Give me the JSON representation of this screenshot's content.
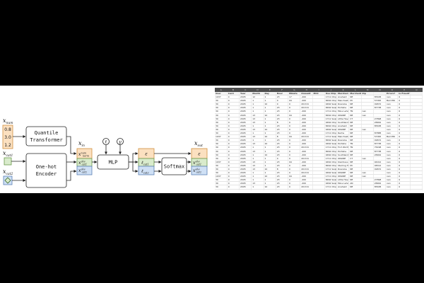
{
  "diagram": {
    "inputs": {
      "x_num": "x",
      "x_num_sub": "num",
      "num_values": [
        "0.8",
        "3.0",
        "1.2"
      ],
      "x_cat1": "x",
      "x_cat1_sub": "cat1",
      "x_cat2": "x",
      "x_cat2_sub": "cat2"
    },
    "blocks": {
      "quantile": [
        "Quantile",
        "Transformer"
      ],
      "onehot": [
        "One-hot",
        "Encoder"
      ],
      "mlp": "MLP",
      "softmax": "Softmax"
    },
    "x_in": "x",
    "x_in_sub": "in",
    "x_out": "x",
    "x_out_sub": "out",
    "t_symbol": "t",
    "y_symbol": "y",
    "eps_symbol": "ε",
    "out_l1": "ℓ",
    "out_l1_sub": "cat1",
    "out_l2": "ℓ",
    "out_l2_sub": "cat2",
    "xin_cells": [
      {
        "base": "x",
        "sub": "norm",
        "sup": "num"
      },
      {
        "base": "x",
        "sub": "cat1",
        "sup": "ohe"
      },
      {
        "base": "x",
        "sub": "cat2",
        "sup": "ohe"
      }
    ],
    "xout_cells": [
      {
        "base": "ε",
        "sub": "",
        "sup": ""
      },
      {
        "base": "x",
        "sub": "cat1",
        "sup": "ohe"
      },
      {
        "base": "x",
        "sub": "cat2",
        "sup": "ohe"
      }
    ],
    "colors": {
      "numeric": "#fbe0c0",
      "numeric_border": "#d09040",
      "cat1": "#d9ebcc",
      "cat1_border": "#6a9a4a",
      "cat2": "#cfe0f5",
      "cat2_border": "#5a7fb5"
    }
  },
  "sheet": {
    "col_letters": [
      "A",
      "B",
      "C",
      "D",
      "E",
      "F",
      "G",
      "H",
      "I",
      "J",
      "K",
      "L",
      "M",
      "N",
      "O",
      "P",
      "Q"
    ],
    "header": [
      "User",
      "Card",
      "Year",
      "Month",
      "Day",
      "Hour",
      "Minute",
      "Amount",
      "MCC",
      "Use Chip",
      "Merchant City",
      "Merchant State",
      "Zip",
      "",
      "Errors?",
      "Is Fraud?",
      ""
    ],
    "rows": [
      [
        "1937",
        "0",
        "2005",
        "12",
        "1",
        "23",
        "17",
        "-200",
        "",
        "1711 Chip Transac",
        "Anaheim",
        "NE",
        "",
        "85638",
        "nan",
        "0",
        ""
      ],
      [
        "30",
        "0",
        "2005",
        "1",
        "1",
        "0",
        "94",
        "-200",
        "",
        "8462 Chip Transac",
        "Manchester",
        "MI",
        "",
        "57095",
        "Bad PIN",
        "0",
        ""
      ],
      [
        "30",
        "0",
        "2005",
        "1",
        "10",
        "0",
        "0",
        "2013.6",
        "",
        "9462 Swipe Trans",
        "Roanoke",
        "NE",
        "",
        "49672",
        "nan",
        "0",
        ""
      ],
      [
        "30",
        "0",
        "2005",
        "1",
        "1",
        "23",
        "0",
        "2013.6",
        "",
        "8462 Swipe Trans",
        "Portishe",
        "NE",
        "",
        "87738",
        "nan",
        "0",
        ""
      ],
      [
        "30",
        "0",
        "2005",
        "1",
        "1",
        "23",
        "0",
        "-200",
        "",
        "1711 Chip Transac",
        "Mine Lehourn",
        "TN",
        "nan",
        "",
        "nan",
        "0",
        ""
      ],
      [
        "30",
        "0",
        "2005",
        "13",
        "10",
        "23",
        "94",
        "-200",
        "",
        "8462 Chip Transac",
        "ONLINE",
        "NE",
        "nan",
        "",
        "nan",
        "0",
        ""
      ],
      [
        "30",
        "0",
        "2005",
        "13",
        "1",
        "23",
        "0",
        "-200",
        "",
        "1711 Swipe Trans",
        "Little Haven",
        "CT",
        "",
        "27898",
        "nan",
        "0",
        ""
      ],
      [
        "30",
        "0",
        "2005",
        "13",
        "1",
        "8",
        "0",
        "-200",
        "",
        "9462 Chip Transac",
        "Southland",
        "NE",
        "",
        "28462",
        "nan",
        "0",
        ""
      ],
      [
        "30",
        "0",
        "2005",
        "1",
        "1",
        "23",
        "0",
        "-200",
        "",
        "8462 Chip Transac",
        "Anaheim",
        "NE",
        "",
        "85638",
        "nan",
        "0",
        ""
      ],
      [
        "30",
        "0",
        "2005",
        "13",
        "10",
        "23",
        "0",
        "-200",
        "",
        "9462 Swipe Trans",
        "ONLINE",
        "NE",
        "nan",
        "",
        "nan",
        "0",
        ""
      ],
      [
        "30",
        "0",
        "2005",
        "1",
        "1",
        "23",
        "0",
        "-200",
        "",
        "1711 Chip Transac",
        "Reims",
        "NE",
        "",
        "87888",
        "nan",
        "0",
        ""
      ],
      [
        "1937",
        "0",
        "2005",
        "13",
        "10",
        "8",
        "94",
        "2013.6",
        "",
        "1711 Swipe Trans",
        "Manchester",
        "NE",
        "",
        "57095",
        "Bad PIN",
        "0",
        ""
      ],
      [
        "30",
        "0",
        "2005",
        "1",
        "1",
        "23",
        "0",
        "-200",
        "",
        "8462 Swipe Trans",
        "Roanoke",
        "NE",
        "",
        "49672",
        "nan",
        "0",
        ""
      ],
      [
        "30",
        "0",
        "2005",
        "13",
        "10",
        "23",
        "0",
        "-200",
        "",
        "9462 Swipe Trans",
        "Portishe",
        "TN",
        "",
        "87738",
        "nan",
        "0",
        ""
      ],
      [
        "30",
        "0",
        "2005",
        "1",
        "1",
        "23",
        "0",
        "2013.6",
        "",
        "1711 Chip Transac",
        "Fort Worth",
        "TN",
        "",
        "76198",
        "nan",
        "0",
        ""
      ],
      [
        "30",
        "0",
        "2005",
        "13",
        "1",
        "23",
        "0",
        "-200",
        "",
        "8462 Chip Transac",
        "Portishe",
        "NE",
        "",
        "87738",
        "nan",
        "0",
        ""
      ],
      [
        "30",
        "0",
        "2005",
        "1",
        "10",
        "23",
        "0",
        "-200",
        "",
        "9462 Chip Transac",
        "Southland",
        "NE",
        "",
        "28462",
        "nan",
        "0",
        ""
      ],
      [
        "30",
        "0",
        "2005",
        "1",
        "1",
        "0",
        "0",
        "2013.6",
        "",
        "1711 Chip Transac",
        "ONLINE",
        "CT",
        "nan",
        "",
        "nan",
        "0",
        ""
      ],
      [
        "1937",
        "0",
        "2005",
        "13",
        "1",
        "23",
        "94",
        "-200",
        "",
        "9462 Chip Transac",
        "Kleinhaus",
        "NE",
        "",
        "94012",
        "nan",
        "0",
        ""
      ],
      [
        "30",
        "0",
        "2005",
        "13",
        "1",
        "23",
        "0",
        "-200",
        "",
        "8462 Chip Transac",
        "Sterling Hgts",
        "MI",
        "",
        "48312",
        "nan",
        "0",
        ""
      ],
      [
        "30",
        "0",
        "2005",
        "13",
        "10",
        "8",
        "0",
        "2013.6",
        "",
        "1711 Swipe Trans",
        "Roanoke",
        "NE",
        "",
        "49672",
        "nan",
        "0",
        ""
      ],
      [
        "30",
        "0",
        "2005",
        "1",
        "1",
        "23",
        "0",
        "2013.6",
        "",
        "9462 Swipe Trans",
        "ONLINE",
        "NE",
        "nan",
        "",
        "nan",
        "0",
        ""
      ],
      [
        "1937",
        "0",
        "2005",
        "1",
        "10",
        "23",
        "94",
        "-200",
        "",
        "1711 Chip Transac",
        "ONLINE",
        "NE",
        "nan",
        "",
        "nan",
        "0",
        ""
      ],
      [
        "30",
        "0",
        "2005",
        "1",
        "1",
        "23",
        "0",
        "-200",
        "",
        "8462 Swipe Trans",
        "Little Haven",
        "NE",
        "",
        "27898",
        "nan",
        "0",
        ""
      ],
      [
        "30",
        "0",
        "2005",
        "13",
        "1",
        "23",
        "0",
        "-200",
        "",
        "9462 Swipe Trans",
        "Mine Lehourn",
        "AN",
        "",
        "28462",
        "nan",
        "0",
        ""
      ],
      [
        "30",
        "0",
        "2005",
        "1",
        "10",
        "23",
        "0",
        "2013.6",
        "",
        "1711 Chip Transac",
        "Anaheim",
        "NE",
        "",
        "85638",
        "nan",
        "0",
        ""
      ],
      [
        "30",
        "0",
        "2005",
        "13",
        "1",
        "8",
        "0",
        "-200",
        "",
        "8462 Chip Transac",
        "Manchester",
        "NE",
        "",
        "57095",
        "nan",
        "0",
        ""
      ]
    ]
  }
}
